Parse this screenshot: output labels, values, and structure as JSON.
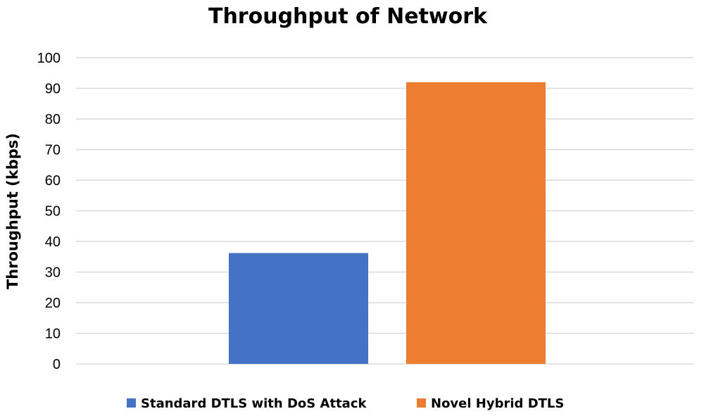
{
  "chart_data": {
    "type": "bar",
    "title": "Throughput of Network",
    "xlabel": "",
    "ylabel": "Throughput (kbps)",
    "ylim": [
      0,
      100
    ],
    "yticks": [
      0,
      10,
      20,
      30,
      40,
      50,
      60,
      70,
      80,
      90,
      100
    ],
    "grid": true,
    "legend_position": "bottom",
    "series": [
      {
        "name": "Standard DTLS with DoS Attack",
        "values": [
          36.2
        ],
        "color": "#4472c4"
      },
      {
        "name": "Novel Hybrid DTLS",
        "values": [
          92
        ],
        "color": "#ed7d31"
      }
    ]
  }
}
